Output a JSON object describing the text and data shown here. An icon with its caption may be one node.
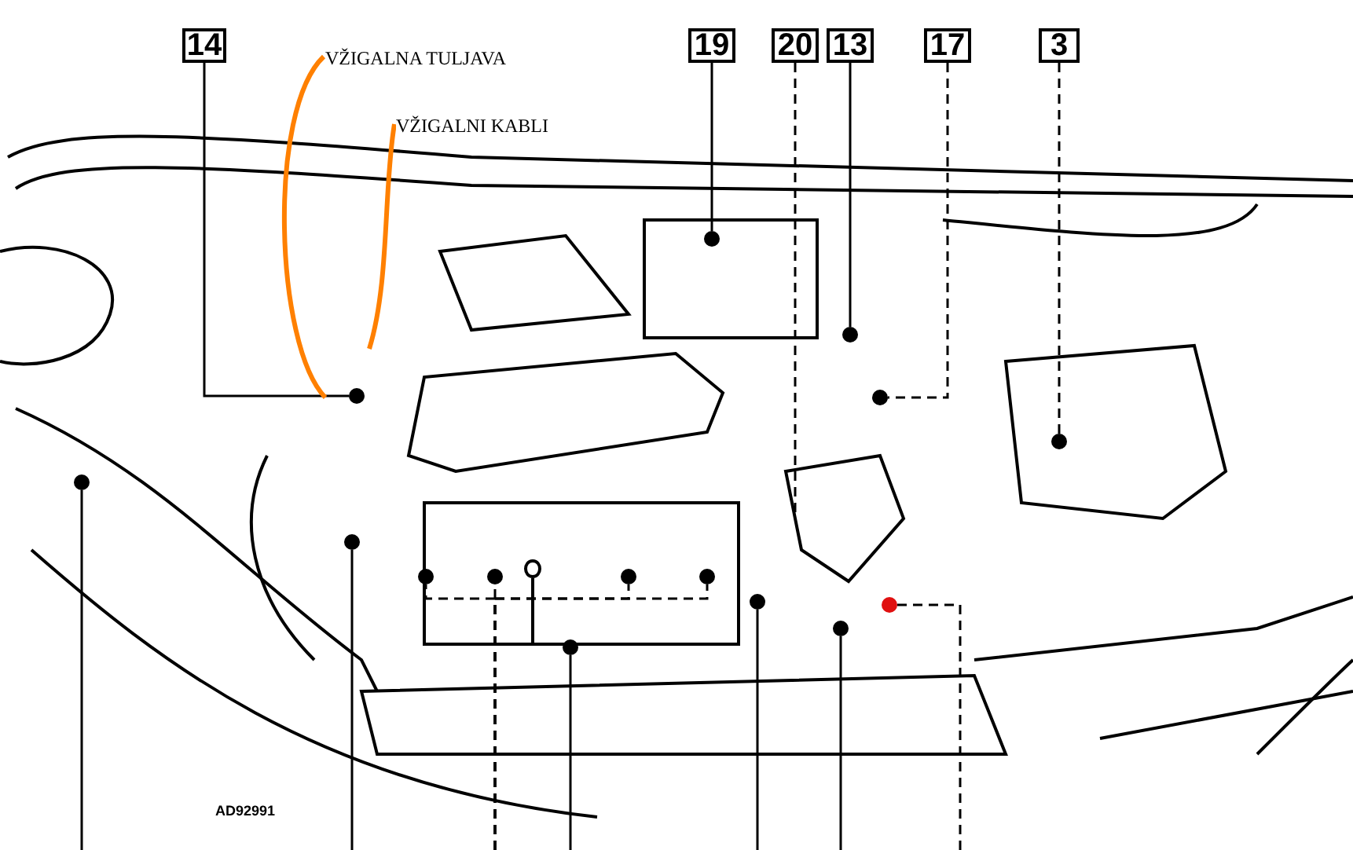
{
  "diagram": {
    "nodes": [
      {
        "text": [
          "14"
        ]
      },
      {
        "text": [
          "VŽIGALNA TULJAVA"
        ]
      },
      {
        "text": [
          "VŽIGALNI KABLI"
        ]
      },
      {
        "text": [
          "19"
        ]
      },
      {
        "text": [
          "20"
        ]
      },
      {
        "text": [
          "13"
        ]
      },
      {
        "text": [
          "17"
        ]
      },
      {
        "text": [
          "3"
        ]
      },
      {
        "text": [],
        "shape": "circle"
      },
      {
        "text": [],
        "shape": "circle"
      },
      {
        "text": [],
        "shape": "circle"
      },
      {
        "text": [],
        "shape": "circle"
      },
      {
        "text": [],
        "shape": "circle"
      },
      {
        "text": [],
        "shape": "circle"
      },
      {
        "text": [],
        "shape": "circle"
      },
      {
        "text": [],
        "shape": "circle"
      },
      {
        "text": [],
        "shape": "circle"
      },
      {
        "text": [],
        "shape": "circle"
      },
      {
        "text": [],
        "shape": "circle"
      },
      {
        "text": [],
        "shape": "circle"
      },
      {
        "text": [],
        "shape": "circle"
      },
      {
        "text": [],
        "shape": "circle"
      },
      {
        "text": [],
        "shape": "circle"
      }
    ],
    "edges": [
      {
        "from": 0,
        "to": 8,
        "arrow": "none"
      },
      {
        "from": 3,
        "to": 9,
        "arrow": "none"
      },
      {
        "from": 4,
        "to": null,
        "arrow": "none",
        "style": "dashed"
      },
      {
        "from": 5,
        "to": 10,
        "arrow": "none"
      },
      {
        "from": 6,
        "to": 11,
        "arrow": "none",
        "style": "dashed"
      },
      {
        "from": 7,
        "to": 12,
        "arrow": "none",
        "style": "dashed"
      },
      {
        "from": null,
        "to": 13,
        "arrow": "none"
      },
      {
        "from": null,
        "to": 14,
        "arrow": "none"
      },
      {
        "from": null,
        "to": 15,
        "arrow": "none",
        "style": "dashed"
      },
      {
        "from": null,
        "to": 16,
        "arrow": "none",
        "style": "dashed"
      },
      {
        "from": null,
        "to": 17,
        "arrow": "none",
        "style": "dashed"
      },
      {
        "from": null,
        "to": 18,
        "arrow": "none",
        "style": "dashed"
      },
      {
        "from": null,
        "to": 19,
        "arrow": "none"
      },
      {
        "from": null,
        "to": 20,
        "arrow": "none"
      },
      {
        "from": null,
        "to": 21,
        "arrow": "none"
      },
      {
        "from": null,
        "to": 22,
        "arrow": "none",
        "style": "dashed"
      },
      {
        "from": 1,
        "to": null,
        "arrow": "none",
        "style": "thick",
        "color": "#ff8000"
      },
      {
        "from": 2,
        "to": null,
        "arrow": "none",
        "style": "thick",
        "color": "#ff8000"
      }
    ],
    "labels": [
      "AD92991"
    ]
  }
}
